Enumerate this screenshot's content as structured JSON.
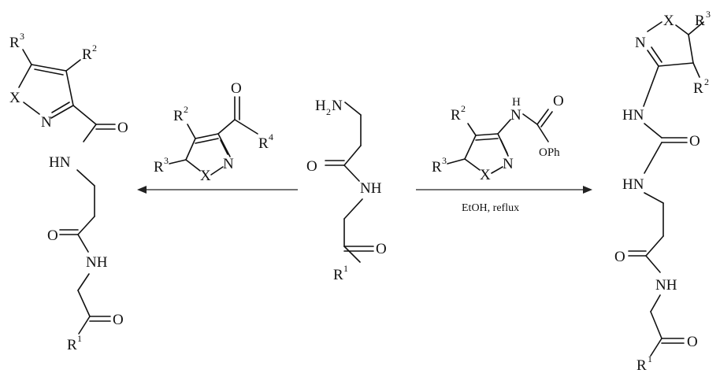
{
  "colors": {
    "ink": "#111111",
    "background": "#ffffff"
  },
  "labels": {
    "R": "R",
    "sup1": "1",
    "sup2": "2",
    "sup3": "3",
    "sup4": "4",
    "X": "X",
    "N": "N",
    "O": "O",
    "NH": "NH",
    "HN": "HN",
    "H": "H",
    "H2N_H": "H",
    "H2N_2": "2",
    "H2N_N": "N",
    "OPh": "OPh"
  },
  "conditions": {
    "right_arrow_below": "EtOH, reflux"
  }
}
